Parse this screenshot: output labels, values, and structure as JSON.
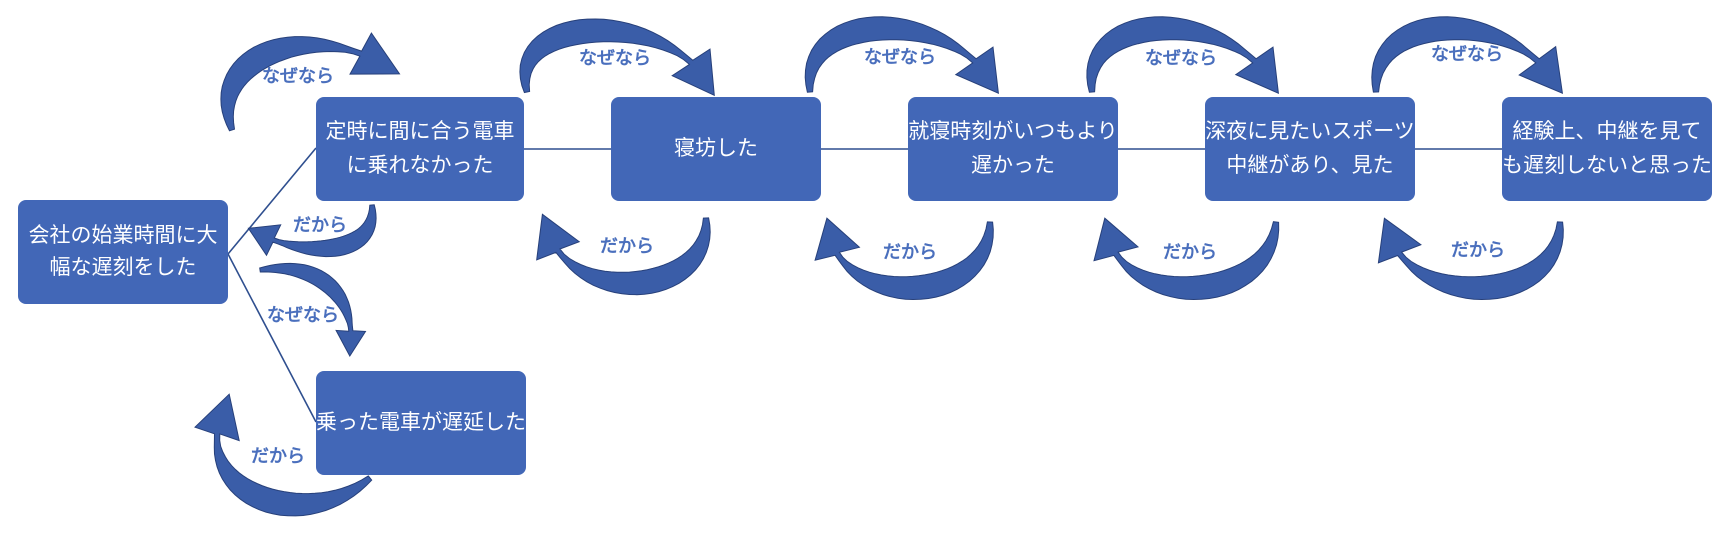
{
  "nodes": {
    "root": {
      "line1": "会社の始業時間に大",
      "line2": "幅な遅刻をした"
    },
    "train": {
      "line1": "定時に間に合う電車",
      "line2": "に乗れなかった"
    },
    "delay": {
      "line1": "乗った電車が遅延した"
    },
    "oversleep": {
      "line1": "寝坊した"
    },
    "late_bed": {
      "line1": "就寝時刻がいつもより",
      "line2": "遅かった"
    },
    "sports": {
      "line1": "深夜に見たいスポーツ",
      "line2": "中継があり、見た"
    },
    "belief": {
      "line1": "経験上、中継を見て",
      "line2": "も遅刻しないと思った"
    }
  },
  "labels": {
    "why": "なぜなら",
    "so": "だから"
  },
  "colors": {
    "node_fill": "#4267b7",
    "arrow_fill": "#3a5da8",
    "label_text": "#4a6fbd"
  }
}
